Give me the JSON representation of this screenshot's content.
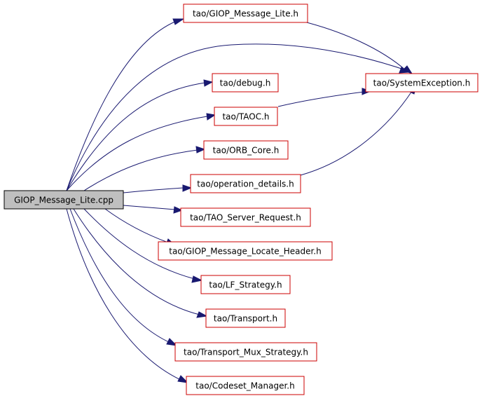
{
  "graph": {
    "root": {
      "id": "root",
      "label": "GIOP_Message_Lite.cpp"
    },
    "nodes": [
      {
        "id": "giop_message_lite_h",
        "label": "tao/GIOP_Message_Lite.h"
      },
      {
        "id": "system_exception_h",
        "label": "tao/SystemException.h"
      },
      {
        "id": "debug_h",
        "label": "tao/debug.h"
      },
      {
        "id": "taoc_h",
        "label": "tao/TAOC.h"
      },
      {
        "id": "orb_core_h",
        "label": "tao/ORB_Core.h"
      },
      {
        "id": "operation_details_h",
        "label": "tao/operation_details.h"
      },
      {
        "id": "tao_server_request_h",
        "label": "tao/TAO_Server_Request.h"
      },
      {
        "id": "giop_message_locate_header_h",
        "label": "tao/GIOP_Message_Locate_Header.h"
      },
      {
        "id": "lf_strategy_h",
        "label": "tao/LF_Strategy.h"
      },
      {
        "id": "transport_h",
        "label": "tao/Transport.h"
      },
      {
        "id": "transport_mux_strategy_h",
        "label": "tao/Transport_Mux_Strategy.h"
      },
      {
        "id": "codeset_manager_h",
        "label": "tao/Codeset_Manager.h"
      }
    ],
    "edges": [
      {
        "from": "root",
        "to": "giop_message_lite_h"
      },
      {
        "from": "root",
        "to": "system_exception_h"
      },
      {
        "from": "root",
        "to": "debug_h"
      },
      {
        "from": "root",
        "to": "taoc_h"
      },
      {
        "from": "root",
        "to": "orb_core_h"
      },
      {
        "from": "root",
        "to": "operation_details_h"
      },
      {
        "from": "root",
        "to": "tao_server_request_h"
      },
      {
        "from": "root",
        "to": "giop_message_locate_header_h"
      },
      {
        "from": "root",
        "to": "lf_strategy_h"
      },
      {
        "from": "root",
        "to": "transport_h"
      },
      {
        "from": "root",
        "to": "transport_mux_strategy_h"
      },
      {
        "from": "root",
        "to": "codeset_manager_h"
      },
      {
        "from": "giop_message_lite_h",
        "to": "system_exception_h"
      },
      {
        "from": "taoc_h",
        "to": "system_exception_h"
      },
      {
        "from": "operation_details_h",
        "to": "system_exception_h"
      }
    ]
  },
  "colors": {
    "edge": "#191970",
    "node_border": "#cc0000",
    "root_fill": "#bfbfbf",
    "root_border": "#000000"
  }
}
